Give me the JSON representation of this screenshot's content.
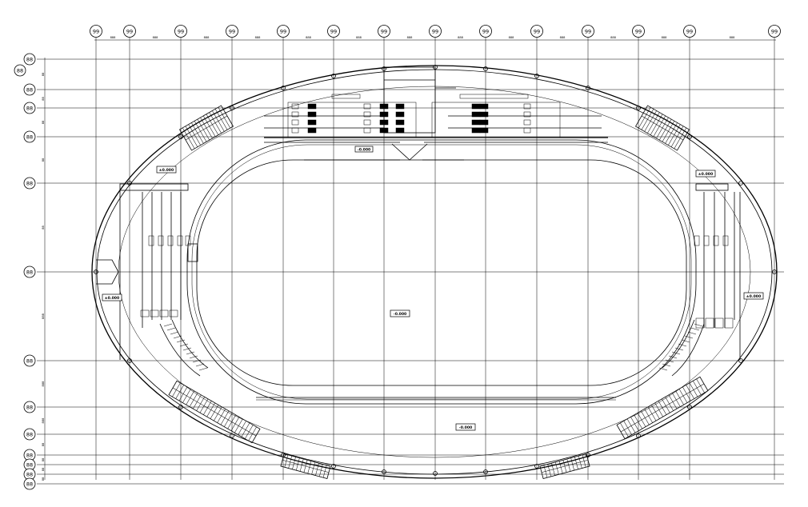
{
  "drawing": {
    "column_axes": [
      {
        "id": "c1",
        "label": "99"
      },
      {
        "id": "c2",
        "label": "99"
      },
      {
        "id": "c3",
        "label": "99"
      },
      {
        "id": "c4",
        "label": "99"
      },
      {
        "id": "c5",
        "label": "99"
      },
      {
        "id": "c6",
        "label": "99"
      },
      {
        "id": "c7",
        "label": "99"
      },
      {
        "id": "c8",
        "label": "99"
      },
      {
        "id": "c9",
        "label": "99"
      },
      {
        "id": "c10",
        "label": "99"
      },
      {
        "id": "c11",
        "label": "99"
      },
      {
        "id": "c12",
        "label": "99"
      },
      {
        "id": "c13",
        "label": "99"
      },
      {
        "id": "c14",
        "label": "99"
      }
    ],
    "row_axes": [
      {
        "id": "r1",
        "label": "88"
      },
      {
        "id": "r2",
        "label": "88"
      },
      {
        "id": "r3",
        "label": "88"
      },
      {
        "id": "r4",
        "label": "88"
      },
      {
        "id": "r5",
        "label": "88"
      },
      {
        "id": "r6",
        "label": "88"
      },
      {
        "id": "r7",
        "label": "88"
      },
      {
        "id": "r8",
        "label": "88"
      },
      {
        "id": "r9",
        "label": "88"
      },
      {
        "id": "r10",
        "label": "88"
      },
      {
        "id": "r11",
        "label": "88"
      },
      {
        "id": "r12",
        "label": "88"
      },
      {
        "id": "r13",
        "label": "88"
      }
    ],
    "top_dimensions": [
      "888",
      "888",
      "888",
      "888",
      "888",
      "888",
      "888",
      "888",
      "888",
      "888",
      "888",
      "888",
      "888"
    ],
    "side_dimensions": [
      "88",
      "88",
      "88",
      "88",
      "88",
      "888",
      "888",
      "888",
      "88",
      "88",
      "88",
      "88"
    ],
    "level_tags": {
      "field_center": "-0.000",
      "south_concourse": "-0.000",
      "north_center": "-0.000",
      "west_upper": "±0.000",
      "east_upper": "±0.000",
      "west_side": "±0.000",
      "east_side": "±0.000"
    },
    "colors": {
      "line": "#000000",
      "paper": "#ffffff"
    }
  }
}
